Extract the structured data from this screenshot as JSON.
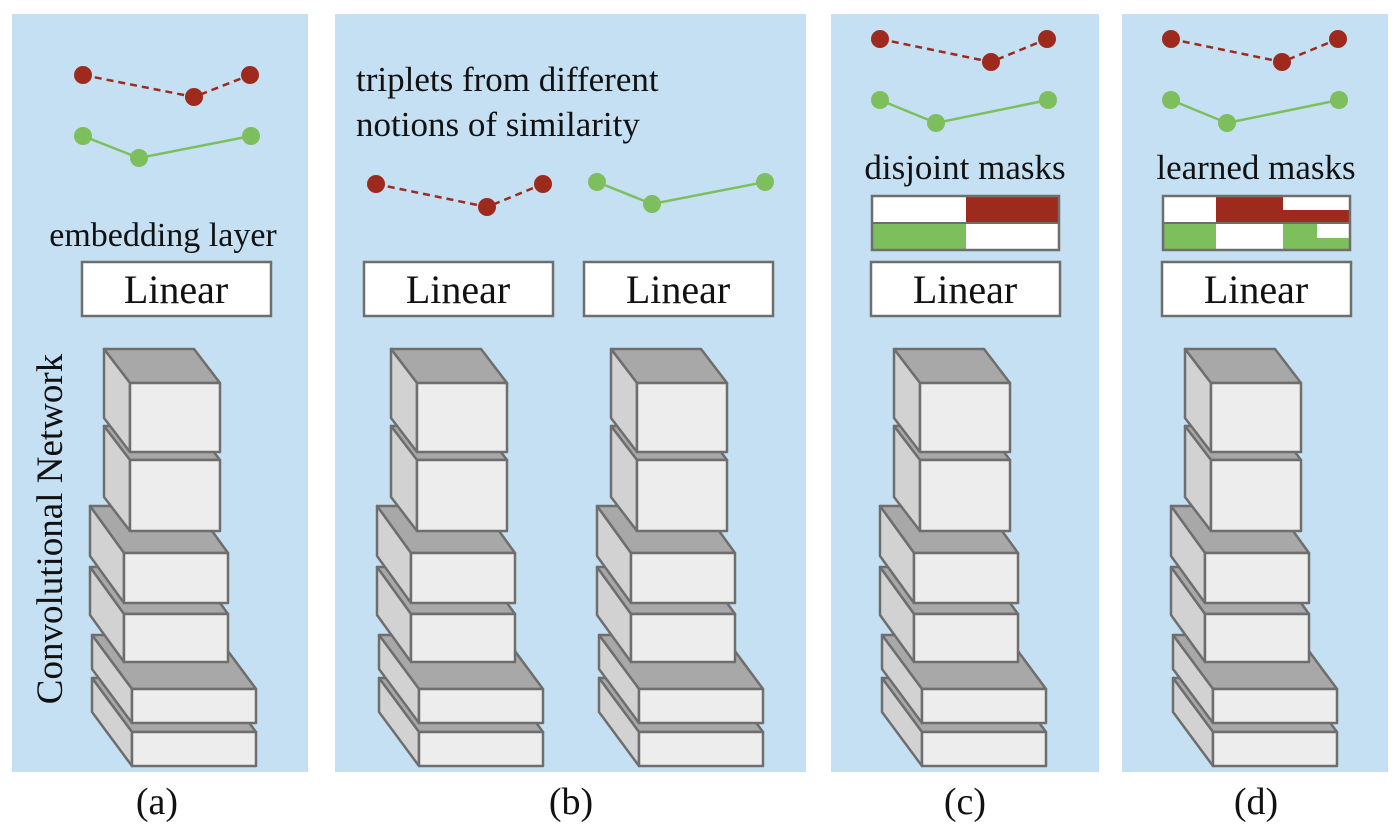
{
  "colors": {
    "panel_background": "#c5e0f2",
    "dissimilar_triplet": "#9e2a1e",
    "similar_triplet": "#7cbf5c",
    "block_top": "#a8a8a8",
    "block_front": "#ededed",
    "block_outline": "#6e6e6e"
  },
  "left_axis_label": "Convolutional Network",
  "panels": [
    {
      "caption": "(a)",
      "label": "embedding layer",
      "linear_labels": [
        "Linear"
      ]
    },
    {
      "caption": "(b)",
      "label_lines": [
        "triplets from different",
        "notions of similarity"
      ],
      "linear_labels": [
        "Linear",
        "Linear"
      ]
    },
    {
      "caption": "(c)",
      "label": "disjoint masks",
      "linear_labels": [
        "Linear"
      ],
      "mask_type": "disjoint"
    },
    {
      "caption": "(d)",
      "label": "learned masks",
      "linear_labels": [
        "Linear"
      ],
      "mask_type": "learned"
    }
  ]
}
